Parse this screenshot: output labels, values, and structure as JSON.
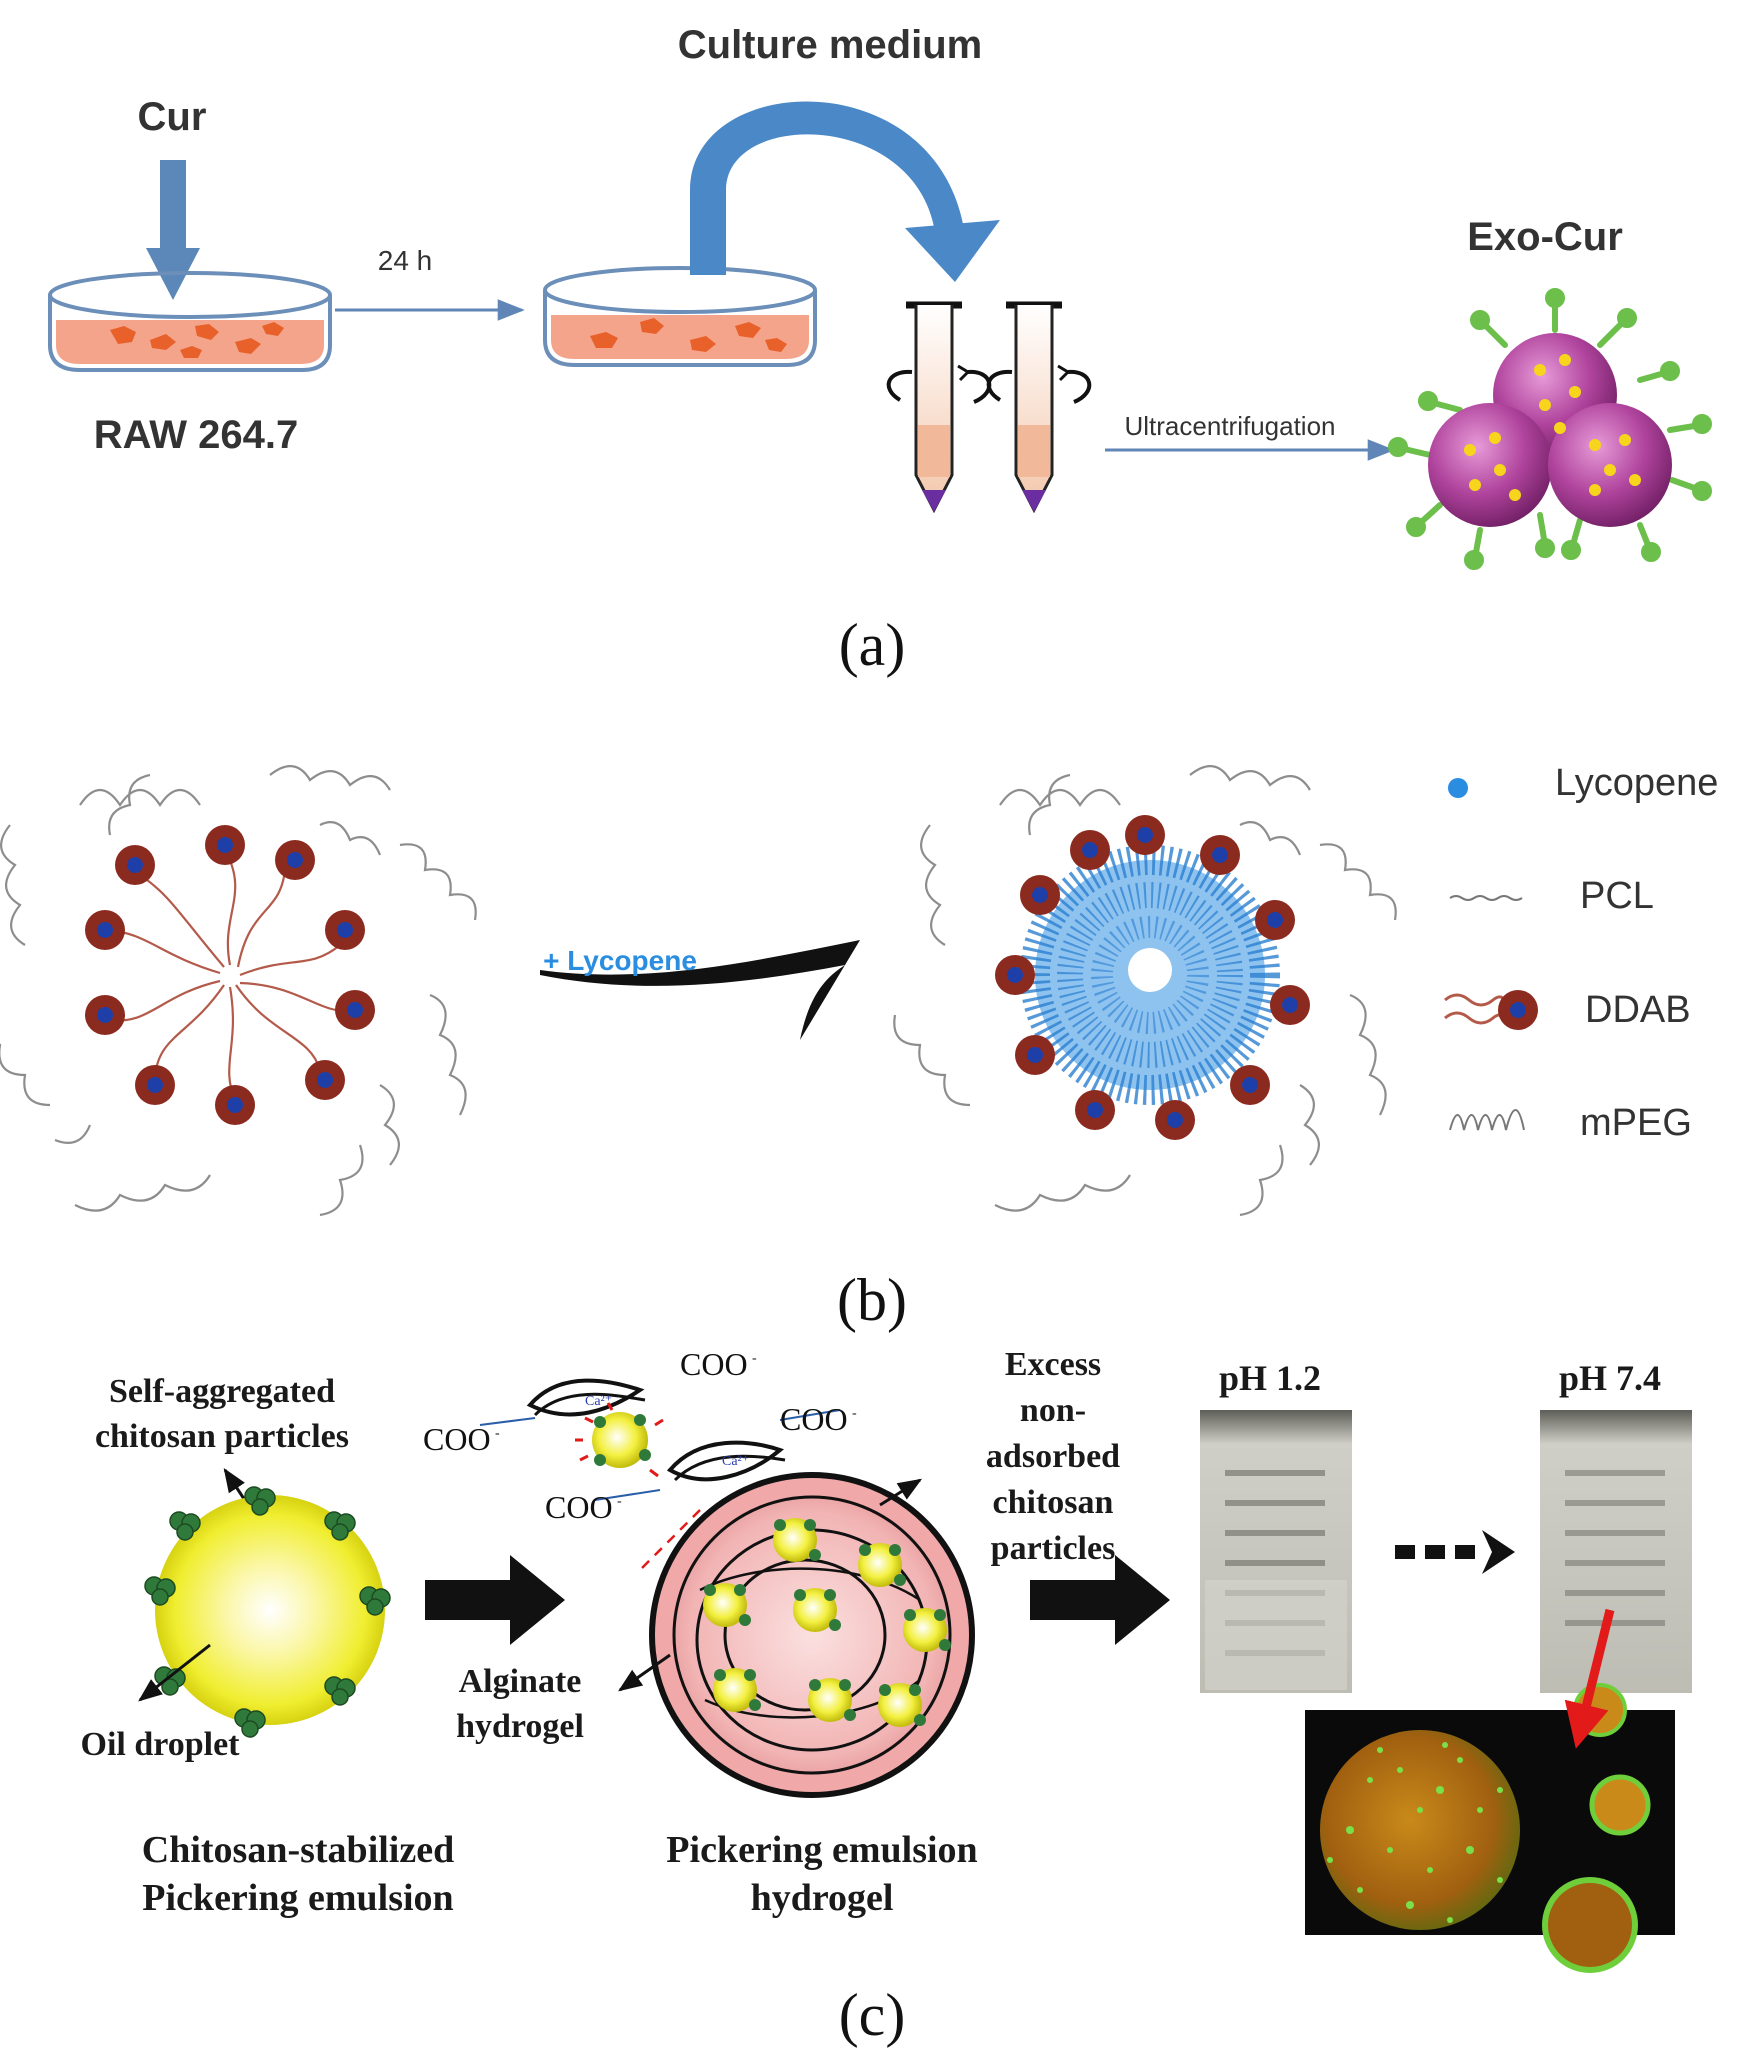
{
  "panel_a": {
    "label": "(a)",
    "cur": "Cur",
    "time": "24 h",
    "cell_line": "RAW 264.7",
    "culture_medium": "Culture medium",
    "ultracentrifugation": "Ultracentrifugation",
    "product": "Exo-Cur"
  },
  "panel_b": {
    "label": "(b)",
    "arrow_label": "+ Lycopene",
    "legend": {
      "lycopene": "Lycopene",
      "pcl": "PCL",
      "ddab": "DDAB",
      "mpeg": "mPEG"
    },
    "colors": {
      "lycopene": "#2a8de0",
      "ddab_shell": "#8b2a1e",
      "ddab_core": "#1f3fa8"
    }
  },
  "panel_c": {
    "label": "(c)",
    "self_aggregated_1": "Self-aggregated",
    "self_aggregated_2": "chitosan particles",
    "oil_droplet": "Oil droplet",
    "alginate_1": "Alginate",
    "alginate_2": "hydrogel",
    "excess": [
      "Excess",
      "non-",
      "adsorbed",
      "chitosan",
      "particles"
    ],
    "coo_1": "COO",
    "coo_2": "COO",
    "coo_3": "COO",
    "coo_4": "COO",
    "ph_1": "pH 1.2",
    "ph_2": "pH 7.4",
    "caption_left_1": "Chitosan-stabilized",
    "caption_left_2": "Pickering emulsion",
    "caption_mid_1": "Pickering emulsion",
    "caption_mid_2": "hydrogel"
  }
}
